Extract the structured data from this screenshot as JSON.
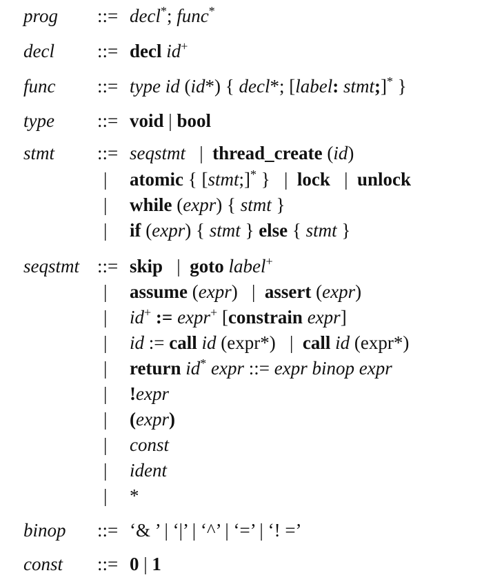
{
  "symbols": {
    "deriv": "::=",
    "alt": "|",
    "star": "*",
    "plus": "+",
    "semi": ";",
    "colon": ":",
    "lparen": "(",
    "rparen": ")",
    "lbrace": "{",
    "rbrace": "}",
    "lbrack": "[",
    "rbrack": "]",
    "assign": ":=",
    "bang": "!"
  },
  "terms": {
    "prog": "prog",
    "decl": "decl",
    "func": "func",
    "type": "type",
    "stmt": "stmt",
    "seqstmt": "seqstmt",
    "binop": "binop",
    "const": "const",
    "id": "id",
    "label": "label",
    "expr": "expr",
    "expr_plain": "expr",
    "ident": "ident"
  },
  "keywords": {
    "decl": "decl",
    "void": "void",
    "bool": "bool",
    "thread_create": "thread_create",
    "atomic": "atomic",
    "lock": "lock",
    "unlock": "unlock",
    "while": "while",
    "if": "if",
    "else": "else",
    "skip": "skip",
    "goto": "goto",
    "assume": "assume",
    "assert": "assert",
    "constrain": "constrain",
    "call": "call",
    "return": "return",
    "zero": "0",
    "one": "1"
  },
  "binop_rhs": "‘& ’ | ‘|’ | ‘^’ | ‘=’ | ‘! =’"
}
